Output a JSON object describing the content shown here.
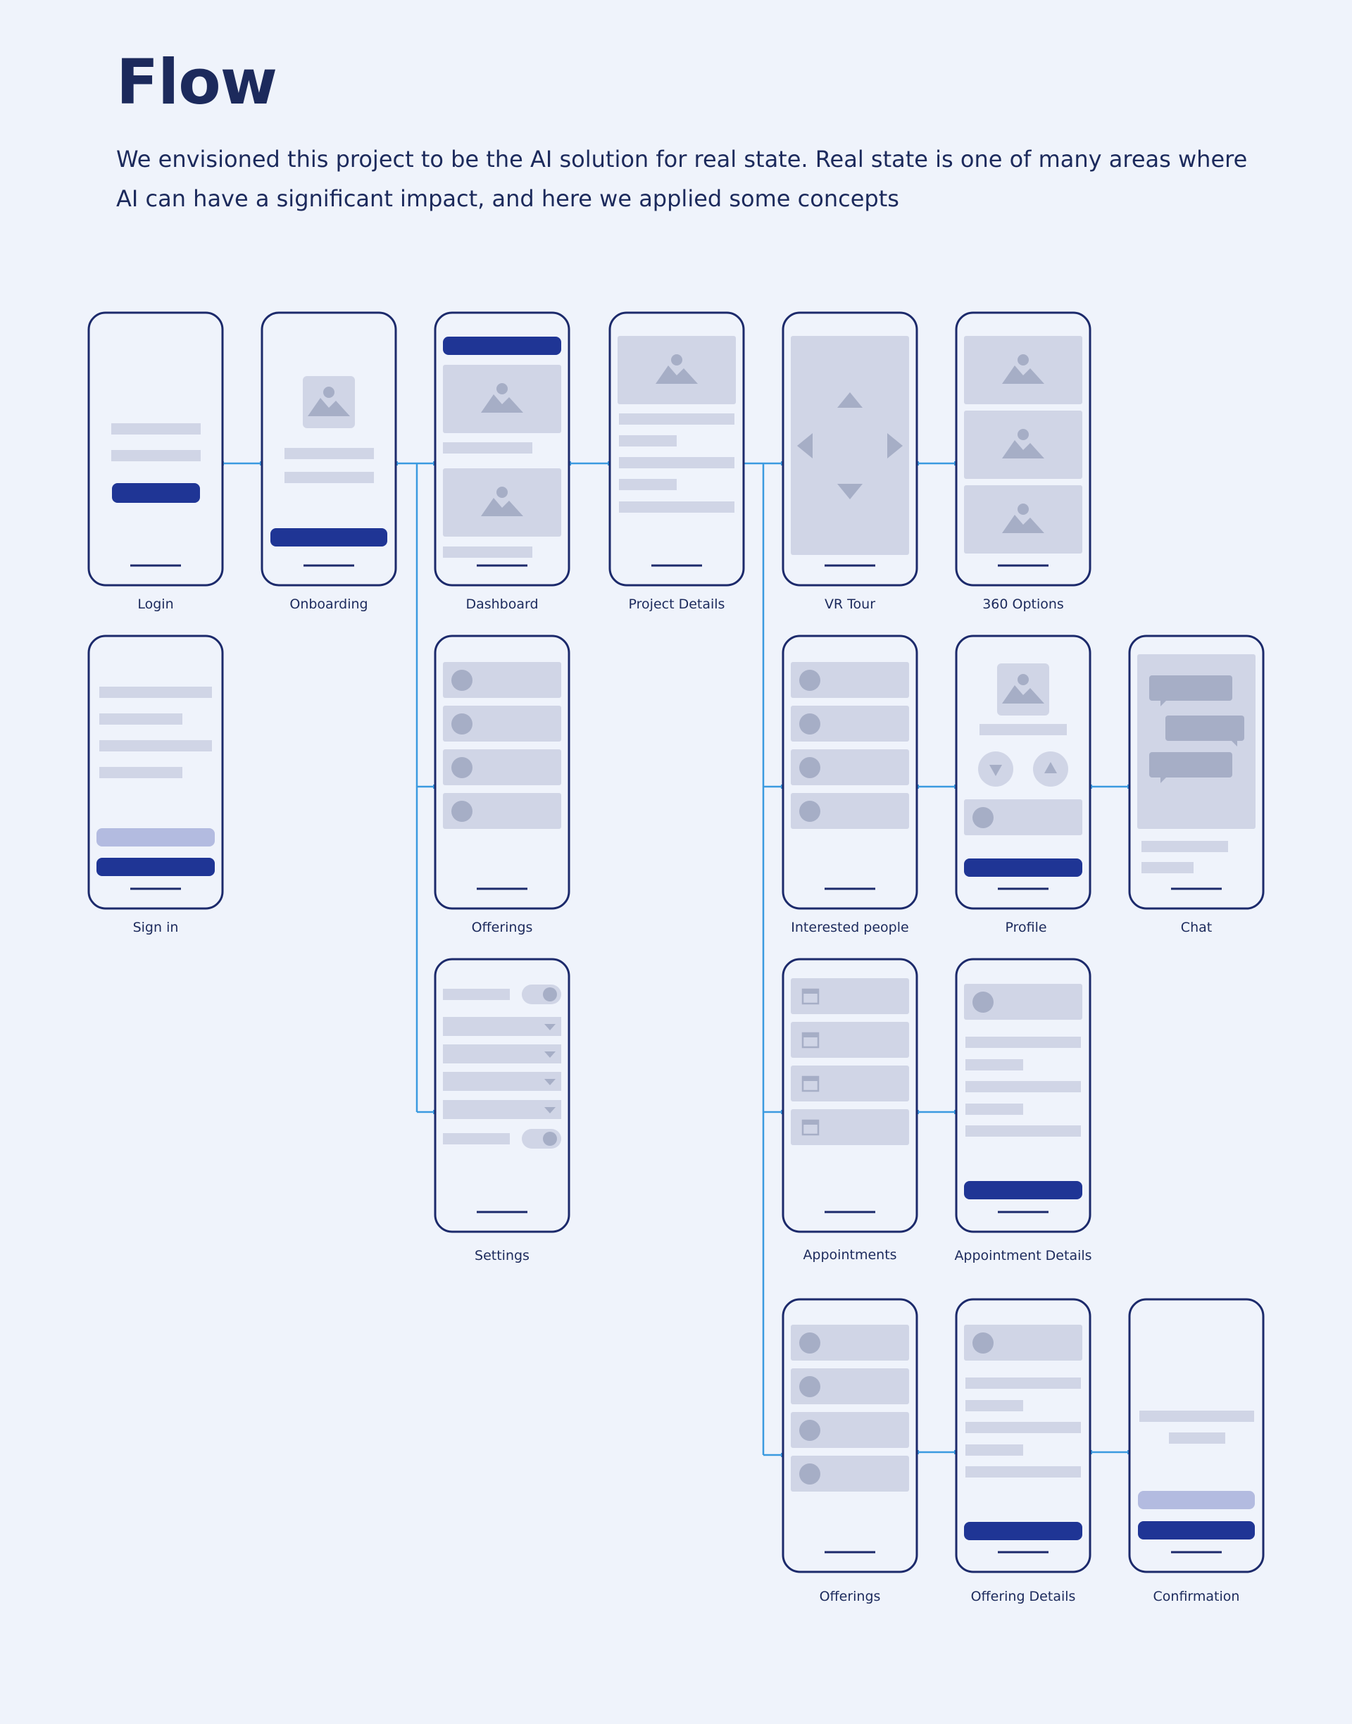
{
  "header": {
    "title": "Flow",
    "description": "We envisioned this project to be the AI solution for real state. Real state is one of many areas where AI can have a significant impact, and here we applied some concepts"
  },
  "screens": {
    "login": "Login",
    "onboarding": "Onboarding",
    "dashboard": "Dashboard",
    "project_details": "Project Details",
    "vr_tour": "VR Tour",
    "options_360": "360 Options",
    "sign_in": "Sign in",
    "offerings": "Offerings",
    "interested_people": "Interested people",
    "profile": "Profile",
    "chat": "Chat",
    "settings": "Settings",
    "appointments": "Appointments",
    "appointment_details": "Appointment Details",
    "offerings_2": "Offerings",
    "offering_details": "Offering Details",
    "confirmation": "Confirmation"
  },
  "colors": {
    "background": "#eff3fb",
    "frame": "#1c2a6b",
    "primary_button": "#1f3595",
    "secondary_button": "#b3bbe0",
    "placeholder": "#d0d5e6",
    "icon": "#a6aec6",
    "connector": "#3a9ae0"
  }
}
